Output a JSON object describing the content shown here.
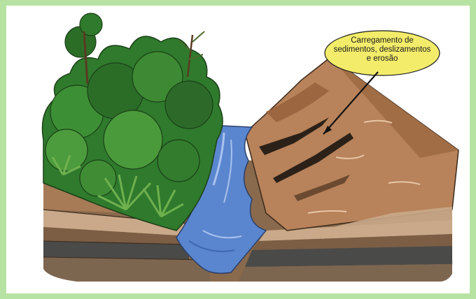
{
  "callout": {
    "line1": "Carregamento de",
    "line2": "sedimentos, deslizamentos",
    "line3": "e erosão"
  },
  "colors": {
    "frame": "#b7e3a2",
    "soil": "#b8825a",
    "water": "#5a86cf",
    "forest": "#2f7a2c",
    "bubble": "#f3ec6a"
  }
}
